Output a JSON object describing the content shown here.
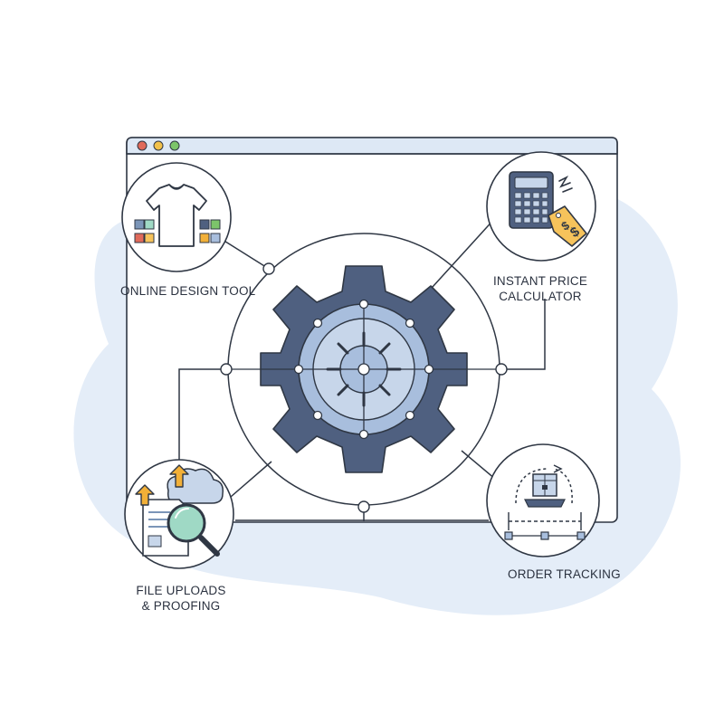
{
  "features": {
    "design_tool": {
      "label": "ONLINE DESIGN TOOL",
      "icon": "t-shirt-icon"
    },
    "price_calculator": {
      "line1": "INSTANT PRICE",
      "line2": "CALCULATOR",
      "icon": "calculator-icon"
    },
    "file_uploads": {
      "line1": "FILE UPLOADS",
      "line2": "& PROOFING",
      "icon": "document-search-icon"
    },
    "order_tracking": {
      "label": "ORDER TRACKING",
      "icon": "package-tracking-icon"
    }
  },
  "colors": {
    "outline": "#2f3744",
    "gear": "#4f6080",
    "gear_inner": "#a8bedd",
    "gear_hub": "#c7d6ea",
    "backdrop": "#e4edf8",
    "browser_bar": "#dde8f5",
    "dot_red": "#e06a5a",
    "dot_yellow": "#f2c14a",
    "dot_green": "#7cc46a",
    "accent_orange": "#f2b038",
    "tag_orange": "#f6c35b",
    "magnifier_teal": "#9fd9c5"
  }
}
